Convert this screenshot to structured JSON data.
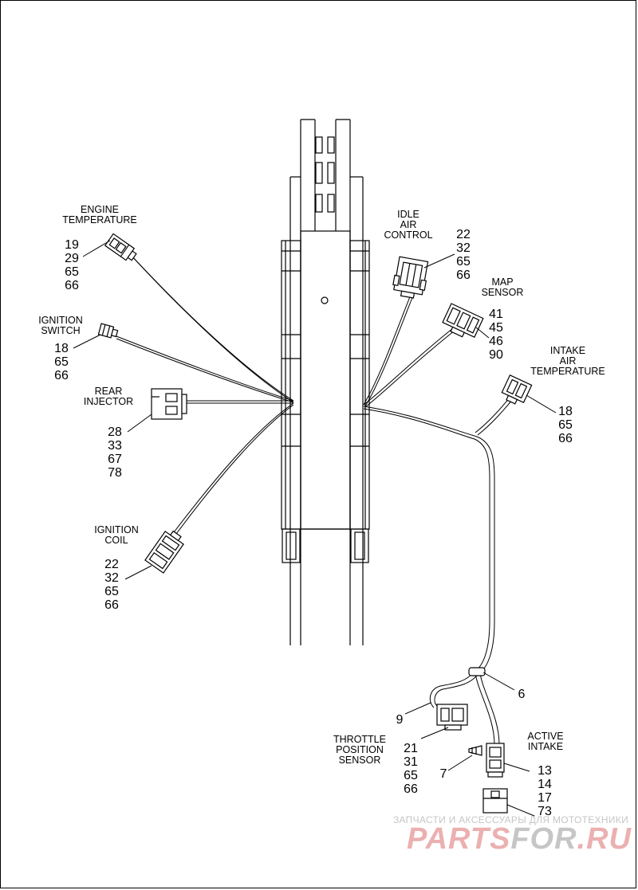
{
  "components": {
    "engine_temperature": {
      "label": "ENGINE\nTEMPERATURE",
      "refs": [
        "19",
        "29",
        "65",
        "66"
      ]
    },
    "ignition_switch": {
      "label": "IGNITION\nSWITCH",
      "refs": [
        "18",
        "65",
        "66"
      ]
    },
    "rear_injector": {
      "label": "REAR\nINJECTOR",
      "refs": [
        "28",
        "33",
        "67",
        "78"
      ]
    },
    "ignition_coil": {
      "label": "IGNITION\nCOIL",
      "refs": [
        "22",
        "32",
        "65",
        "66"
      ]
    },
    "idle_air_control": {
      "label": "IDLE\nAIR\nCONTROL",
      "refs": [
        "22",
        "32",
        "65",
        "66"
      ]
    },
    "map_sensor": {
      "label": "MAP\nSENSOR",
      "refs": [
        "41",
        "45",
        "46",
        "90"
      ]
    },
    "intake_air_temperature": {
      "label": "INTAKE\nAIR\nTEMPERATURE",
      "refs": [
        "18",
        "65",
        "66"
      ]
    },
    "throttle_position_sensor": {
      "label": "THROTTLE\nPOSITION\nSENSOR",
      "refs": [
        "21",
        "31",
        "65",
        "66"
      ]
    },
    "active_intake": {
      "label": "ACTIVE\nINTAKE",
      "refs": [
        "13",
        "14",
        "17",
        "73"
      ]
    }
  },
  "callouts": {
    "c6": "6",
    "c7": "7",
    "c9": "9"
  },
  "watermark": {
    "text": "ЗАПЧАСТИ И АКСЕССУАРЫ ДЛЯ МОТОТЕХНИКИ",
    "brand_a": "PARTS",
    "brand_b": "FOR",
    "brand_c": ".RU"
  }
}
